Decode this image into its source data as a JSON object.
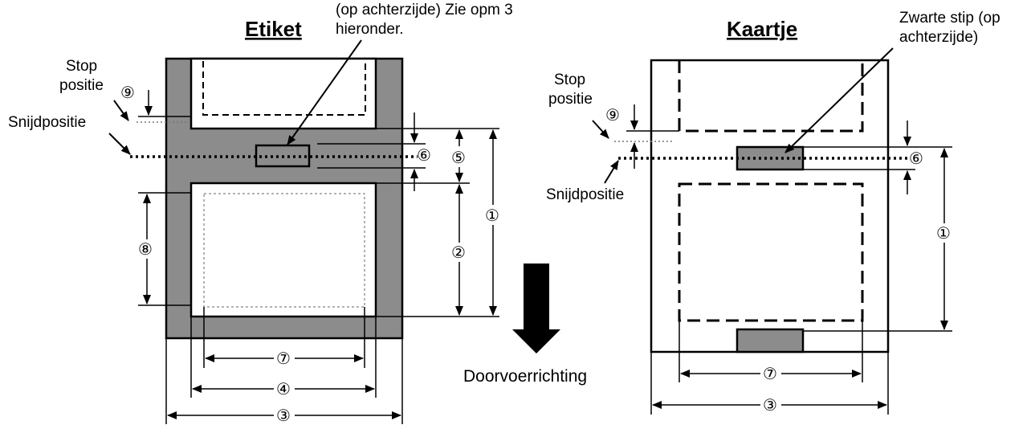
{
  "label_panel": {
    "title": "Etiket",
    "note_line1": "(op achterzijde) Zie opm 3",
    "note_line2": "hieronder.",
    "stop_line1": "Stop",
    "stop_line2": "positie",
    "cut_position": "Snijdpositie",
    "dim_1": "①",
    "dim_2": "②",
    "dim_3": "③",
    "dim_4": "④",
    "dim_5": "⑤",
    "dim_6": "⑥",
    "dim_7": "⑦",
    "dim_8": "⑧",
    "dim_9": "⑨"
  },
  "card_panel": {
    "title": "Kaartje",
    "mark_line1": "Zwarte stip (op",
    "mark_line2": "achterzijde)",
    "stop_line1": "Stop",
    "stop_line2": "positie",
    "cut_position": "Snijdpositie",
    "dim_1": "①",
    "dim_3": "③",
    "dim_6": "⑥",
    "dim_7": "⑦",
    "dim_9": "⑨"
  },
  "feed_direction": "Doorvoerrichting",
  "colors": {
    "backing": "#8c8c8c",
    "ink": "#000000",
    "paper": "#ffffff"
  }
}
